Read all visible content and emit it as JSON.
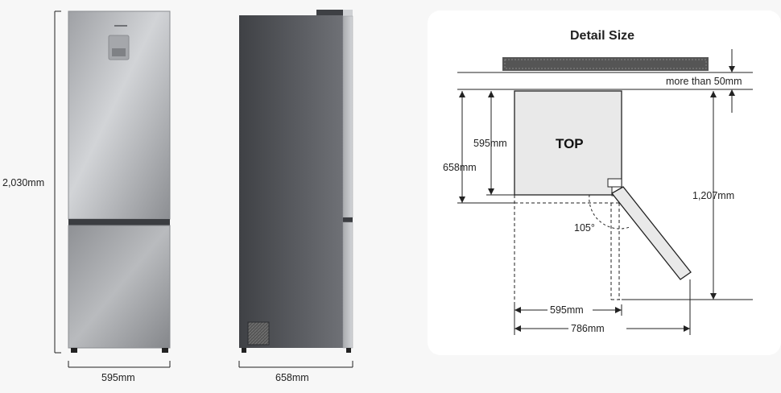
{
  "front_view": {
    "height_label": "2,030mm",
    "width_label": "595mm"
  },
  "side_view": {
    "depth_label": "658mm"
  },
  "detail": {
    "title": "Detail Size",
    "clearance_label": "more than 50mm",
    "top_label": "TOP",
    "body_depth_label": "595mm",
    "total_depth_label": "658mm",
    "open_depth_label": "1,207mm",
    "angle_label": "105°",
    "body_width_label": "595mm",
    "open_width_label": "786mm"
  },
  "colors": {
    "steel_light": "#c6c8cb",
    "steel_dark": "#6e7075",
    "side_dark": "#4e5055",
    "line": "#222222",
    "panel_bg": "#ffffff",
    "fridge_top_fill": "#e9e9e9",
    "wall_fill": "#555555"
  }
}
